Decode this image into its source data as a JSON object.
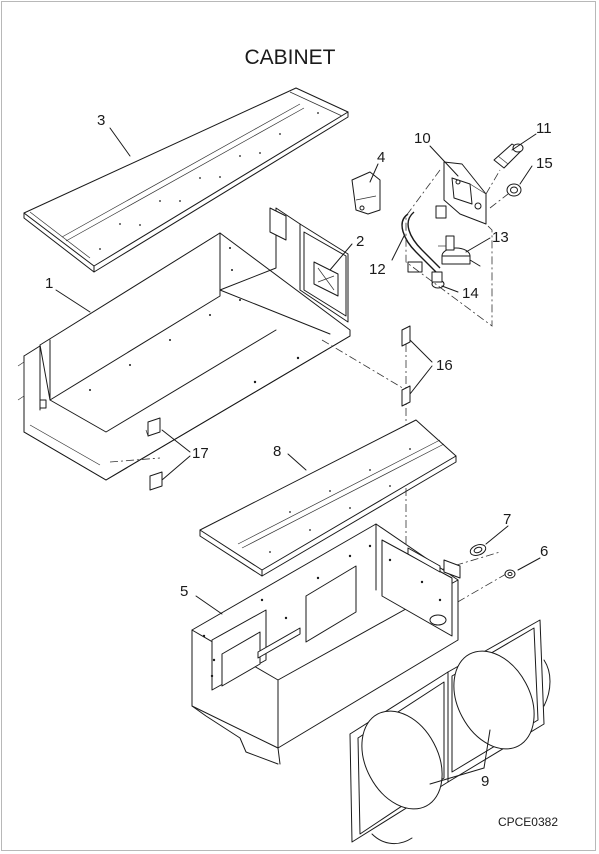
{
  "title": "CABINET",
  "drawing_code": "CPCE0382",
  "callouts": {
    "c1": "1",
    "c2": "2",
    "c3": "3",
    "c4": "4",
    "c5": "5",
    "c6": "6",
    "c7": "7",
    "c8": "8",
    "c9": "9",
    "c10": "10",
    "c11": "11",
    "c12": "12",
    "c13": "13",
    "c14": "14",
    "c15": "15",
    "c16": "16",
    "c17": "17"
  }
}
